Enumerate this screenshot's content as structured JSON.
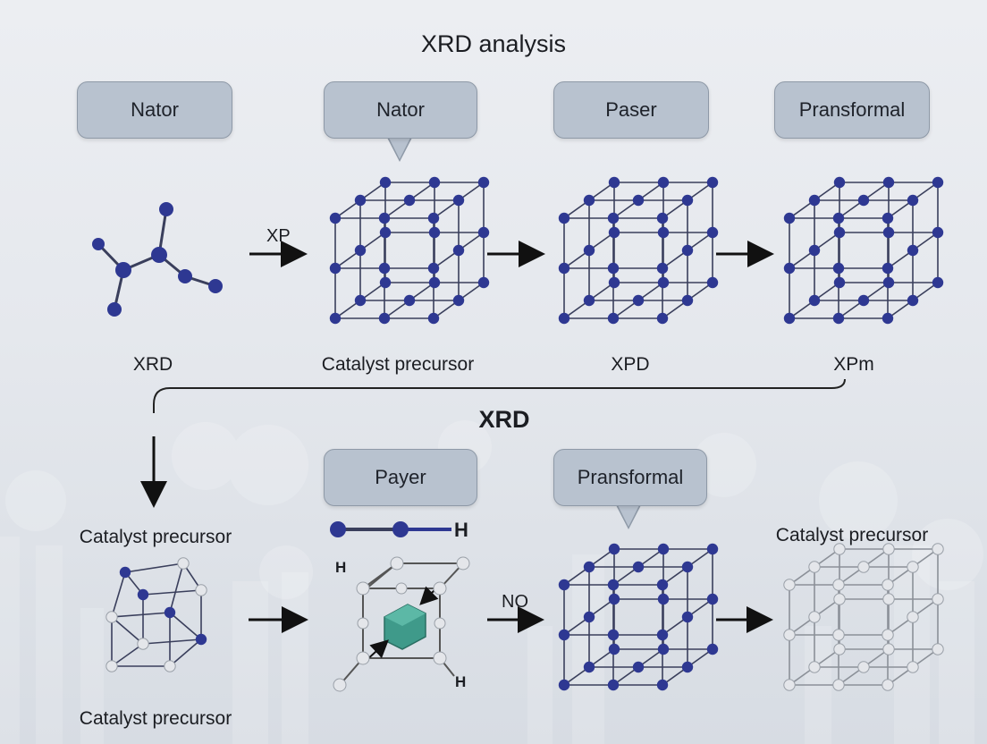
{
  "title": "XRD analysis",
  "subtitle": "XRD",
  "top_row": {
    "boxes": [
      "Nator",
      "Nator",
      "Paser",
      "Pransformal"
    ],
    "labels": [
      "XRD",
      "Catalyst precursor",
      "XPD",
      "XPm"
    ],
    "arrow_labels": [
      "XP"
    ]
  },
  "bottom_row": {
    "boxes": [
      "Payer",
      "Pransformal"
    ],
    "labels": [
      "Catalyst precursor",
      "Catalyst precursor",
      "Catalyst precursor"
    ],
    "arrow_labels": [
      "NO"
    ],
    "atom_labels": [
      "H",
      "H",
      "H"
    ]
  },
  "colors": {
    "blue_atom": "#2e3892",
    "white_atom": "#e4e6ea",
    "box_fill": "#b8c2cf",
    "box_border": "#8e99a7",
    "green_cube": "#3f9a8a"
  }
}
